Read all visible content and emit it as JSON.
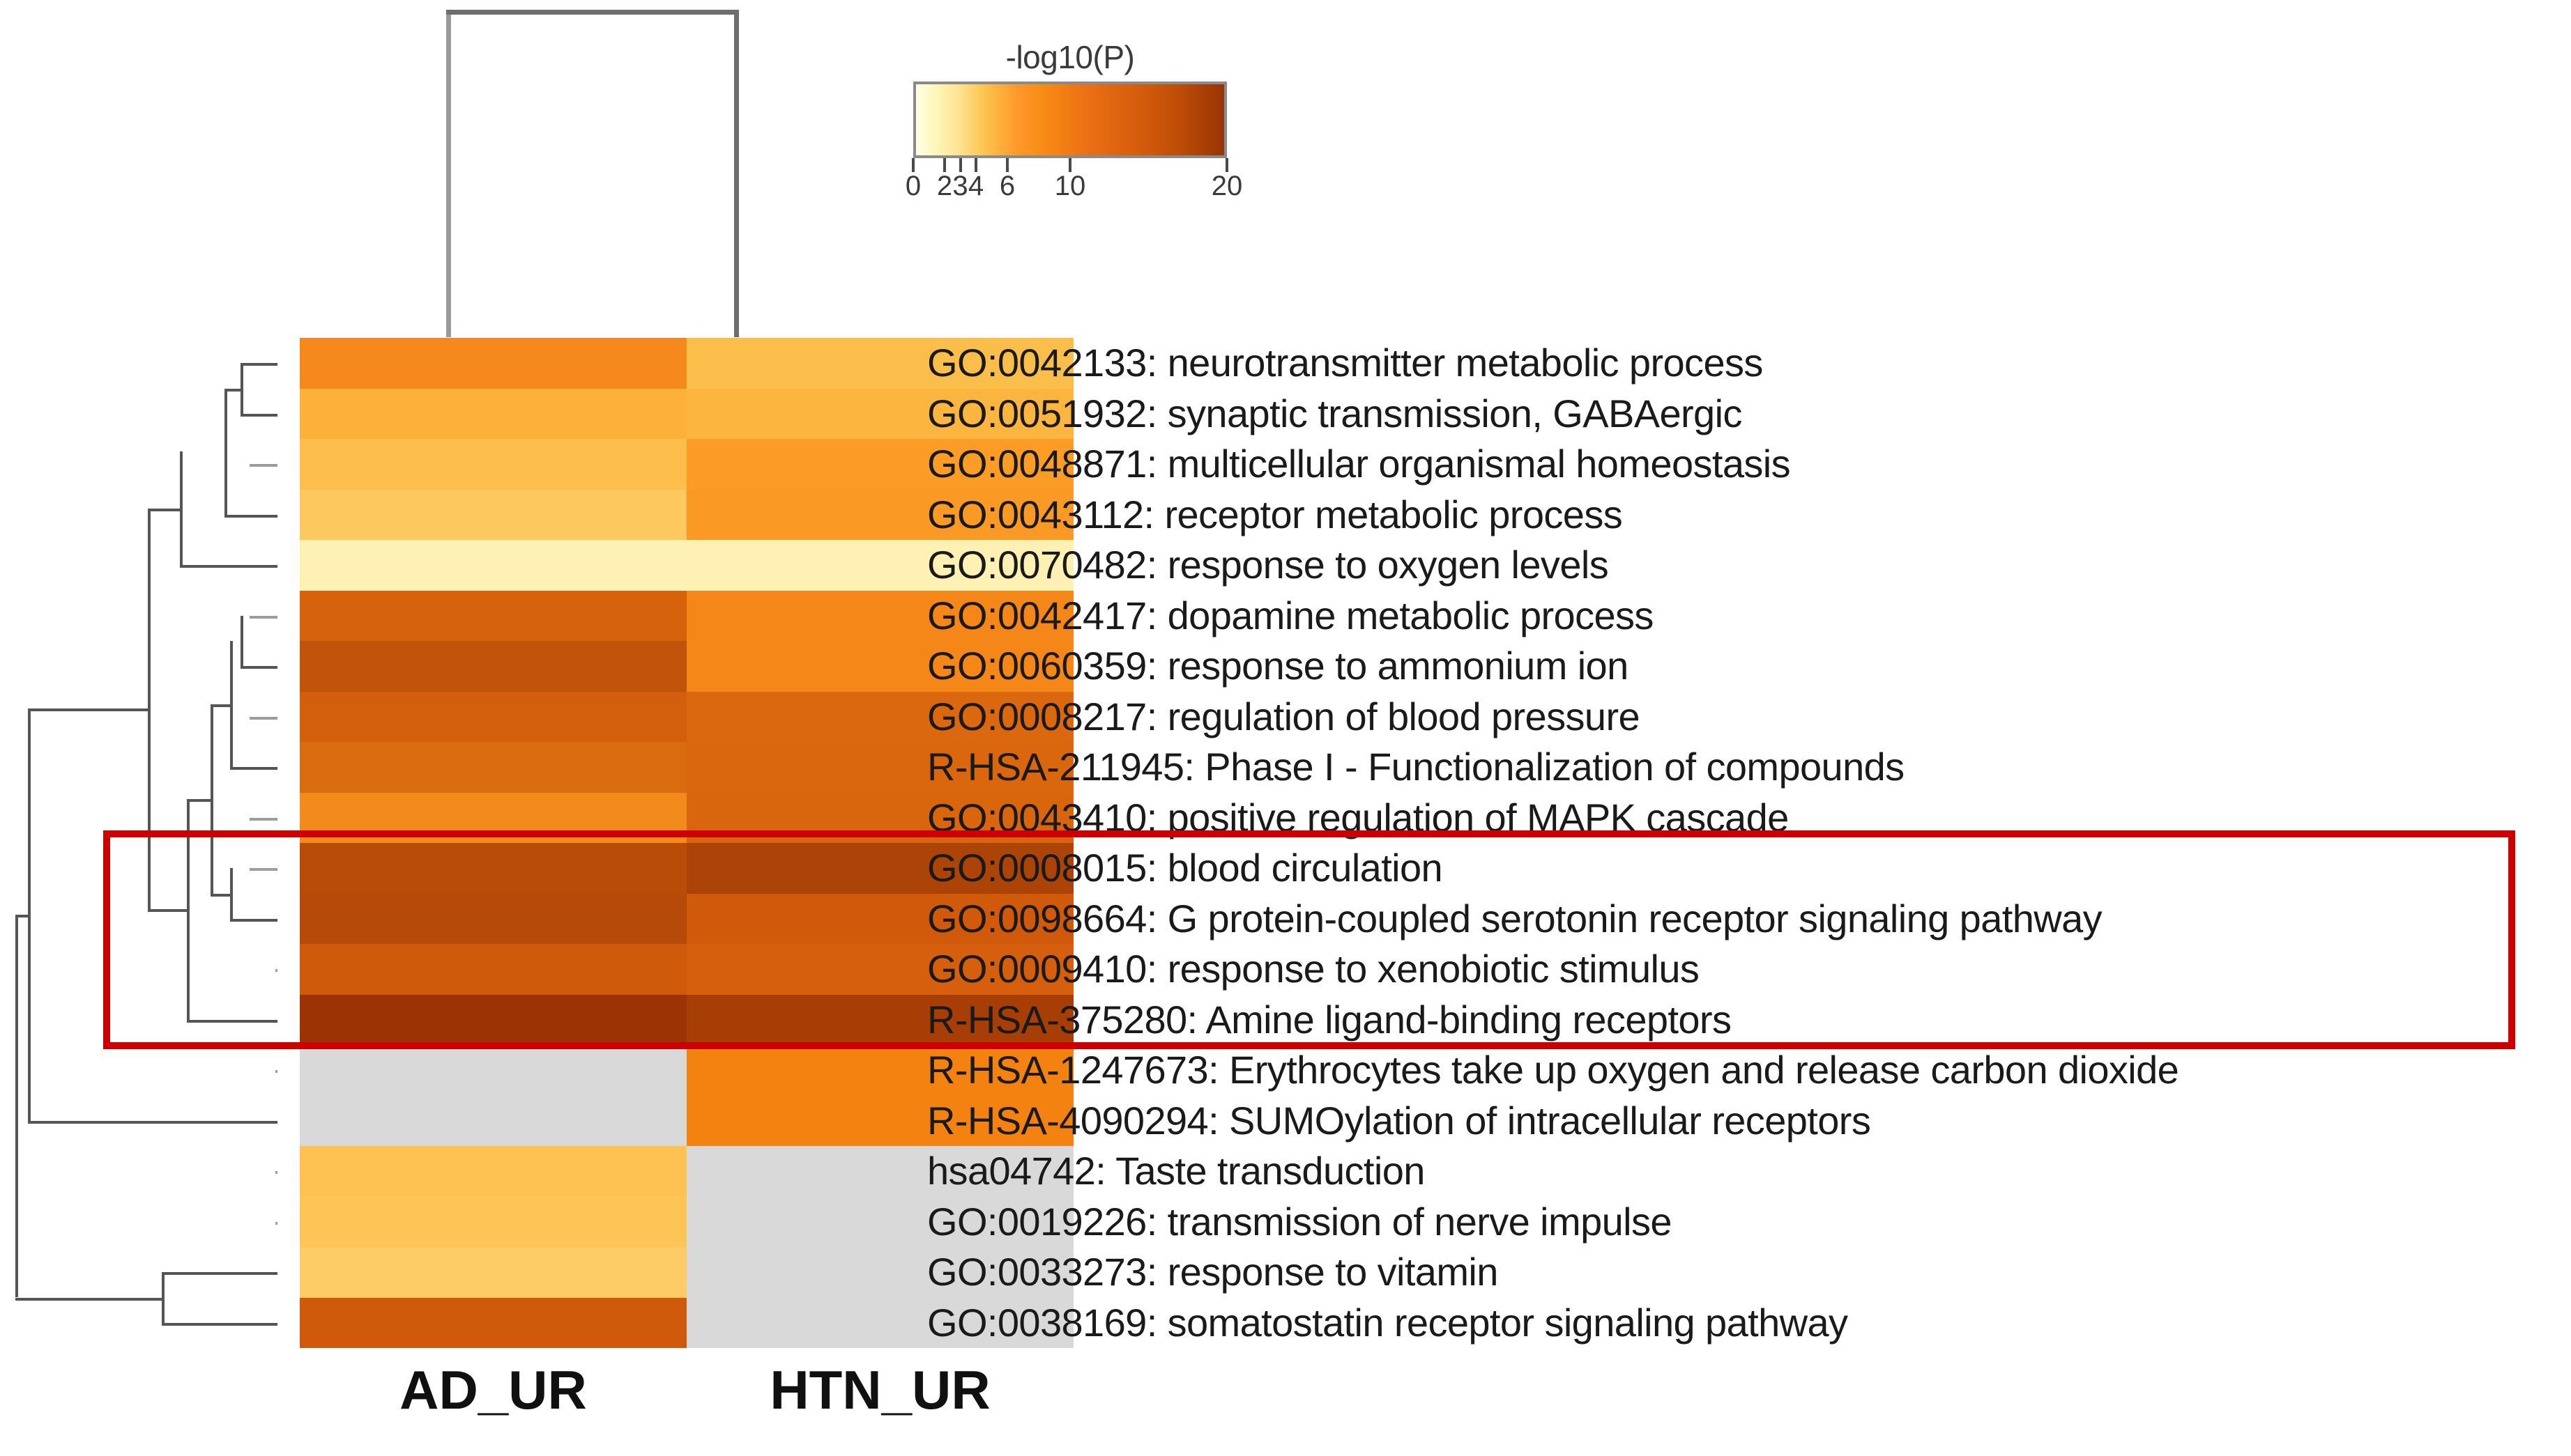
{
  "legend": {
    "title": "-log10(P)",
    "tick_labels": [
      "0",
      "2",
      "3",
      "4",
      "6",
      "10",
      "20"
    ],
    "tick_values": [
      0,
      2,
      3,
      4,
      6,
      10,
      20
    ],
    "min": 0,
    "max": 20,
    "gradient_stops": [
      "#ffffe5",
      "#fff7bc",
      "#fee391",
      "#fec44f",
      "#fe9929",
      "#ec7014",
      "#d95f0e",
      "#993404"
    ]
  },
  "columns": [
    {
      "label": "AD_UR"
    },
    {
      "label": "HTN_UR"
    }
  ],
  "highlight": {
    "color": "#cc0000",
    "rows": [
      10,
      11,
      12,
      13
    ]
  },
  "missing_color": "#d9d9d9",
  "chart_data": {
    "type": "heatmap",
    "title": "",
    "xlabel": "",
    "ylabel": "",
    "value_label": "-log10(P)",
    "colorbar_range": [
      0,
      20
    ],
    "colorbar_ticks": [
      0,
      2,
      3,
      4,
      6,
      10,
      20
    ],
    "columns": [
      "AD_UR",
      "HTN_UR"
    ],
    "rows": [
      "GO:0042133: neurotransmitter metabolic process",
      "GO:0051932: synaptic transmission, GABAergic",
      "GO:0048871: multicellular organismal homeostasis",
      "GO:0043112: receptor metabolic process",
      "GO:0070482: response to oxygen levels",
      "GO:0042417: dopamine metabolic process",
      "GO:0060359: response to ammonium ion",
      "GO:0008217: regulation of blood pressure",
      "R-HSA-211945: Phase I - Functionalization of compounds",
      "GO:0043410: positive regulation of MAPK cascade",
      "GO:0008015: blood circulation",
      "GO:0098664: G protein-coupled serotonin receptor signaling pathway",
      "GO:0009410: response to xenobiotic stimulus",
      "R-HSA-375280: Amine ligand-binding receptors",
      "R-HSA-1247673: Erythrocytes take up oxygen and release carbon dioxide",
      "R-HSA-4090294: SUMOylation of intracellular receptors",
      "hsa04742: Taste transduction",
      "GO:0019226: transmission of nerve impulse",
      "GO:0033273: response to vitamin",
      "GO:0038169: somatostatin receptor signaling pathway"
    ],
    "values": [
      [
        8.0,
        5.2
      ],
      [
        5.6,
        5.4
      ],
      [
        4.8,
        6.8
      ],
      [
        4.2,
        6.9
      ],
      [
        2.4,
        2.3
      ],
      [
        10.6,
        7.6
      ],
      [
        12.2,
        7.4
      ],
      [
        10.4,
        9.8
      ],
      [
        9.6,
        9.9
      ],
      [
        7.2,
        9.7
      ],
      [
        13.0,
        15.2
      ],
      [
        13.4,
        10.6
      ],
      [
        10.8,
        10.2
      ],
      [
        16.6,
        14.0
      ],
      [
        null,
        7.9
      ],
      [
        null,
        7.9
      ],
      [
        5.0,
        null
      ],
      [
        4.7,
        null
      ],
      [
        4.0,
        null
      ],
      [
        9.4,
        null
      ]
    ],
    "cell_colors": [
      [
        "#f5891b",
        "#fcbe4a"
      ],
      [
        "#fcb13a",
        "#fcb63f"
      ],
      [
        "#fdbe4c",
        "#fa9c26",
        "#fa9c26"
      ],
      [
        "#fdc95e",
        "#fa9a24"
      ],
      [
        "#fff0b4",
        "#fff0b4"
      ],
      [
        "#d6620c",
        "#f58718"
      ],
      [
        "#c2530a",
        "#f58718"
      ],
      [
        "#d35e0c",
        "#db680e"
      ],
      [
        "#d96c0e",
        "#da670d"
      ],
      [
        "#f28b1c",
        "#d9650d"
      ],
      [
        "#b94d08",
        "#ad4407"
      ],
      [
        "#b64a08",
        "#d1590b"
      ],
      [
        "#cf5a0b",
        "#d55f0c"
      ],
      [
        "#9c3305",
        "#a73e06"
      ],
      [
        "#d9d9d9",
        "#f48211"
      ],
      [
        "#d9d9d9",
        "#f48211"
      ],
      [
        "#fdc251",
        "#d9d9d9"
      ],
      [
        "#fdc556",
        "#d9d9d9"
      ],
      [
        "#fdcc67",
        "#d9d9d9"
      ],
      [
        "#d05a0b",
        "#d9d9d9"
      ]
    ]
  }
}
